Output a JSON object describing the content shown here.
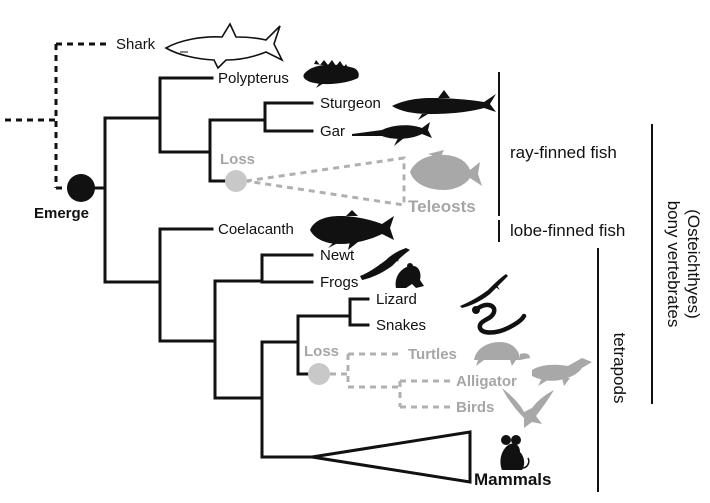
{
  "taxa": {
    "shark": "Shark",
    "polypterus": "Polypterus",
    "sturgeon": "Sturgeon",
    "gar": "Gar",
    "teleosts": "Teleosts",
    "coelacanth": "Coelacanth",
    "newt": "Newt",
    "frogs": "Frogs",
    "lizard": "Lizard",
    "snakes": "Snakes",
    "turtles": "Turtles",
    "alligator": "Alligator",
    "birds": "Birds",
    "mammals": "Mammals"
  },
  "events": {
    "emerge": "Emerge",
    "loss_fish": "Loss",
    "loss_reptile": "Loss"
  },
  "groups": {
    "ray_finned": "ray-finned fish",
    "lobe_finned": "lobe-finned fish",
    "tetrapods": "tetrapods",
    "bony_line1": "bony vertebrates",
    "bony_line2": "(Osteichthyes)"
  },
  "colors": {
    "tree": "#111111",
    "lost_lineage": "#a6a6a6",
    "emerge_node": "#111111",
    "loss_node": "#c8c8c8"
  },
  "icons": {
    "shark": "shark-icon",
    "polypterus": "polypterus-icon",
    "sturgeon": "sturgeon-icon",
    "gar": "gar-icon",
    "teleost": "teleost-fish-icon",
    "coelacanth": "coelacanth-icon",
    "newt": "newt-icon",
    "frog": "frog-icon",
    "lizard": "lizard-icon",
    "snake": "snake-icon",
    "turtle": "turtle-icon",
    "alligator": "alligator-icon",
    "bird": "bird-icon",
    "mammal": "mouse-icon"
  }
}
